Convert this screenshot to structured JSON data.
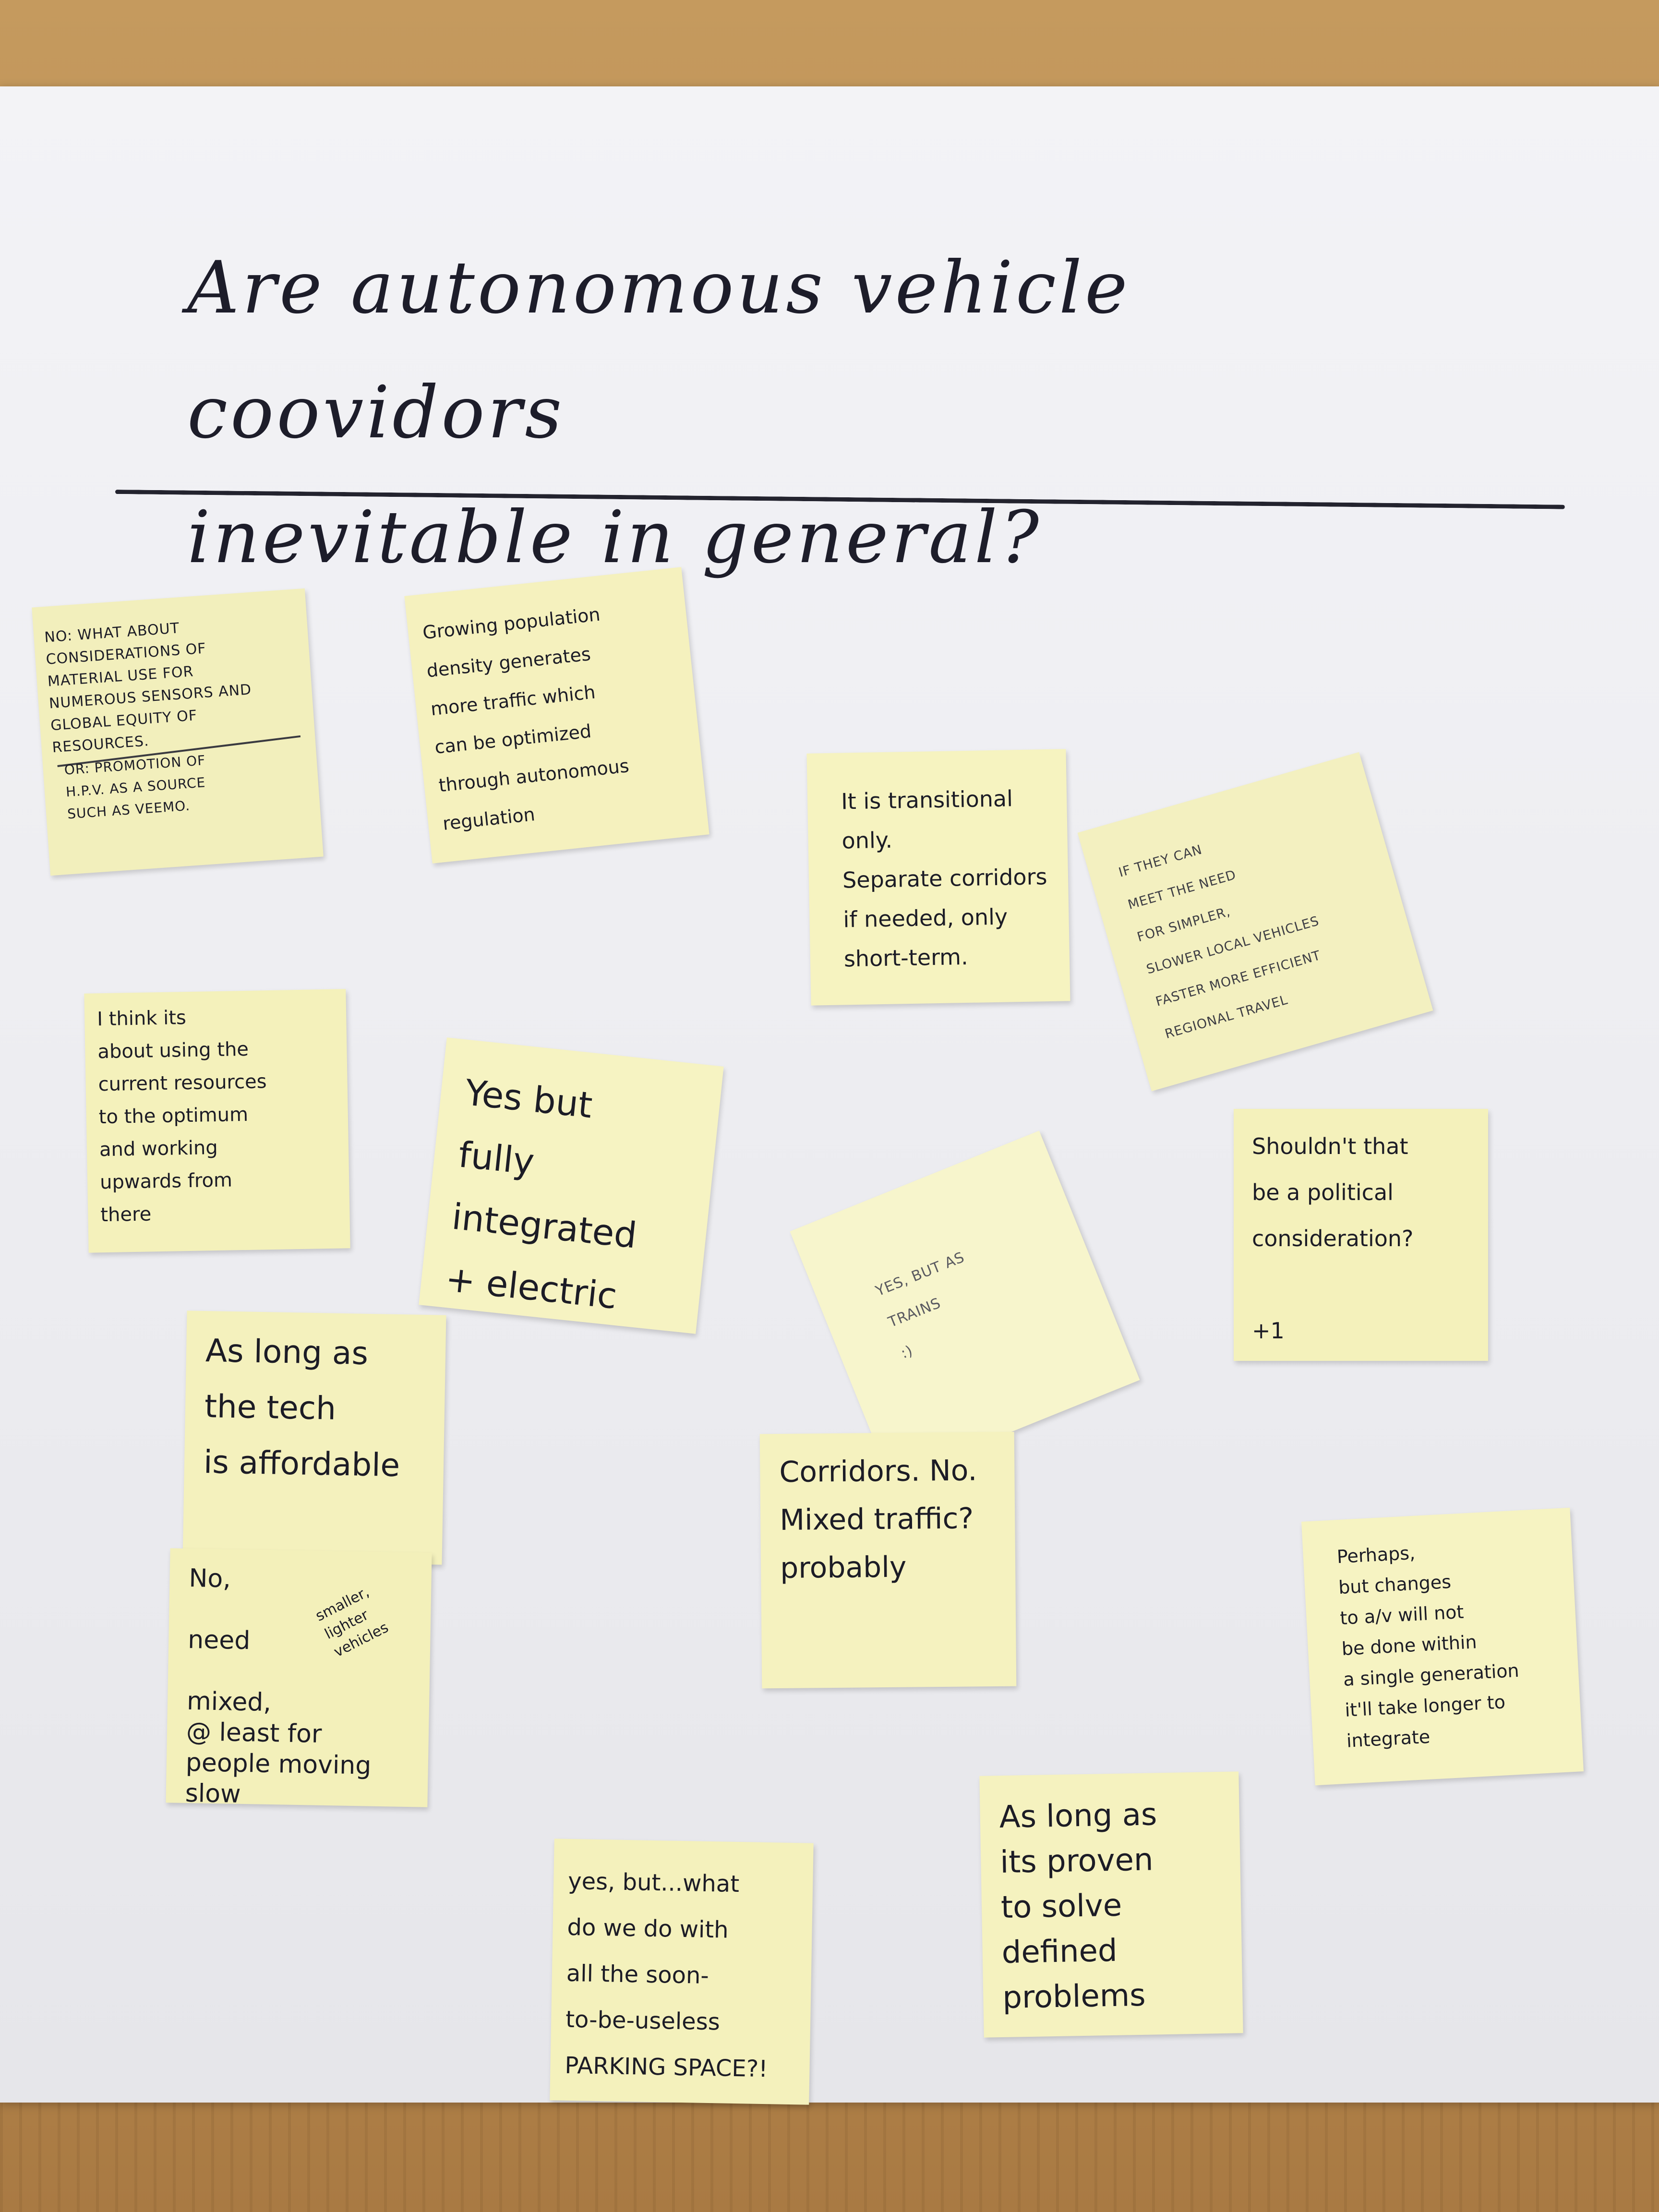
{
  "board": {
    "question": "Are autonomous vehicle coovidors\ninevitable in general?"
  },
  "notes": [
    {
      "id": "material-use",
      "text_main": "NO: WHAT ABOUT\nCONSIDERATIONS OF\nMATERIAL USE FOR\nNUMEROUS SENSORS AND\nGLOBAL EQUITY OF\nRESOURCES.",
      "text_sub": "OR: PROMOTION OF\nH.P.V. AS A SOURCE\nSUCH AS VEEMO."
    },
    {
      "id": "population-density",
      "text": "Growing population\ndensity generates\nmore traffic which\ncan be optimized\nthrough autonomous\nregulation"
    },
    {
      "id": "transitional",
      "text": "It is transitional\nonly.\nSeparate corridors\nif needed, only\nshort-term."
    },
    {
      "id": "simpler-local",
      "text": "IF THEY CAN\nMEET THE NEED\nFOR SIMPLER,\nSLOWER LOCAL VEHICLES\nFASTER MORE EFFICIENT\nREGIONAL TRAVEL"
    },
    {
      "id": "current-resources",
      "text": "I think its\nabout using the\ncurrent resources\nto the optimum\nand working\nupwards from\nthere"
    },
    {
      "id": "integrated-electric",
      "text": "Yes but\nfully integrated\n+ electric"
    },
    {
      "id": "political",
      "text": "Shouldn't that\nbe a political\nconsideration?\n\n+1"
    },
    {
      "id": "trains",
      "text": "YES, BUT AS\nTRAINS\n:)"
    },
    {
      "id": "affordable",
      "text": "As long as\nthe tech\nis affordable"
    },
    {
      "id": "corridors-no",
      "text": "Corridors. No.\nMixed traffic?\nprobably"
    },
    {
      "id": "need-mixed",
      "text_main": "No,\n\nneed\n\n  mixed,\n@ least for\npeople moving slow",
      "text_side": "smaller,\nlighter\nvehicles"
    },
    {
      "id": "perhaps",
      "text": "Perhaps,\nbut changes\nto a/v will not\nbe done within\na single generation\nit'll take longer to\nintegrate"
    },
    {
      "id": "parking",
      "text": "yes, but...what\ndo we do with\nall the soon-\nto-be-useless\nPARKING SPACE?!"
    },
    {
      "id": "proven",
      "text": "As long as\nits proven\nto solve\ndefined\nproblems"
    }
  ],
  "colors": {
    "sticky": "#f4f0b8",
    "ink": "#1c1c26",
    "poster": "#eeeef2",
    "table": "#b8894f"
  }
}
